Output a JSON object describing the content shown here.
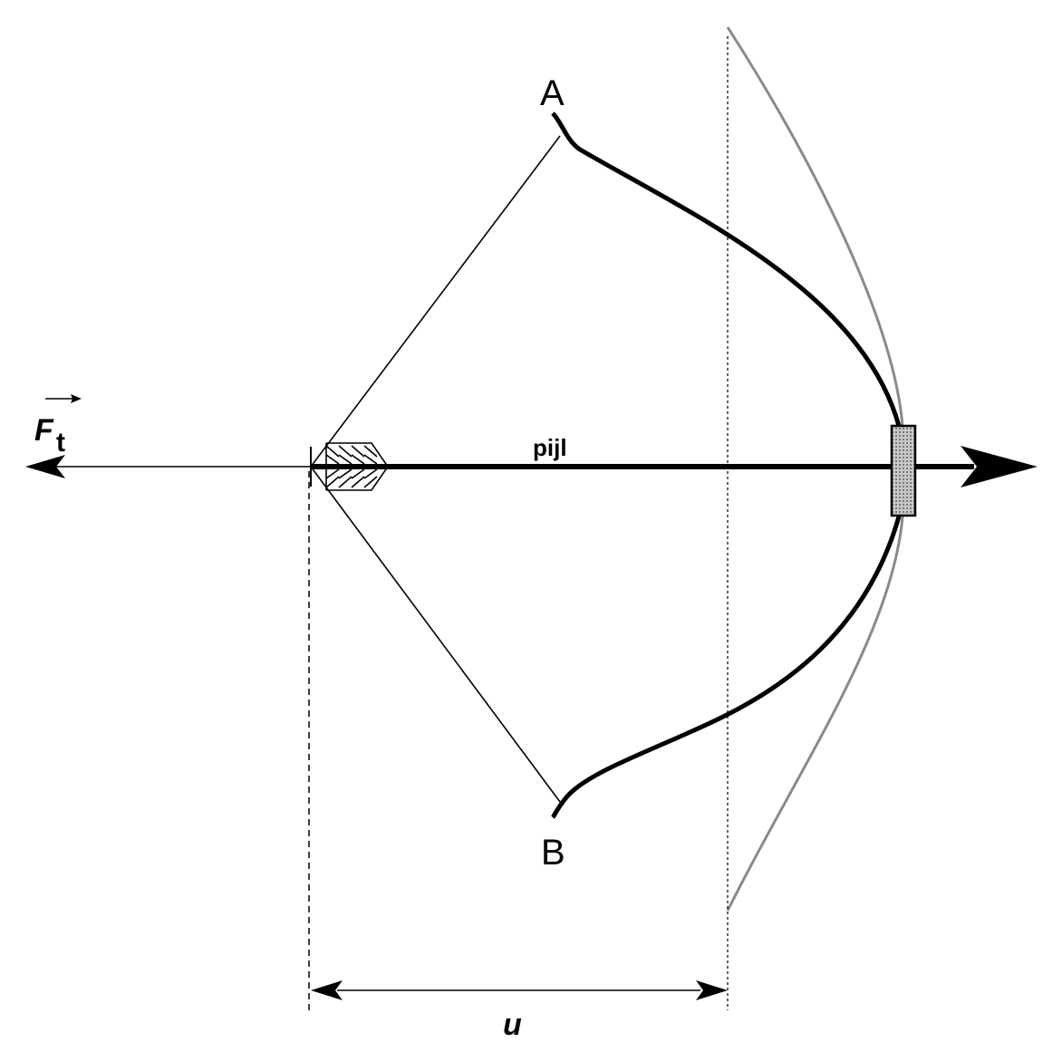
{
  "labels": {
    "point_top": "A",
    "point_bottom": "B",
    "arrow": "pijl",
    "force_symbol": "F",
    "force_subscript": "t",
    "displacement": "u"
  },
  "colors": {
    "ink": "#000000",
    "relaxed_bow": "#8a8a8a",
    "grip_fill": "#b5b5b5"
  }
}
